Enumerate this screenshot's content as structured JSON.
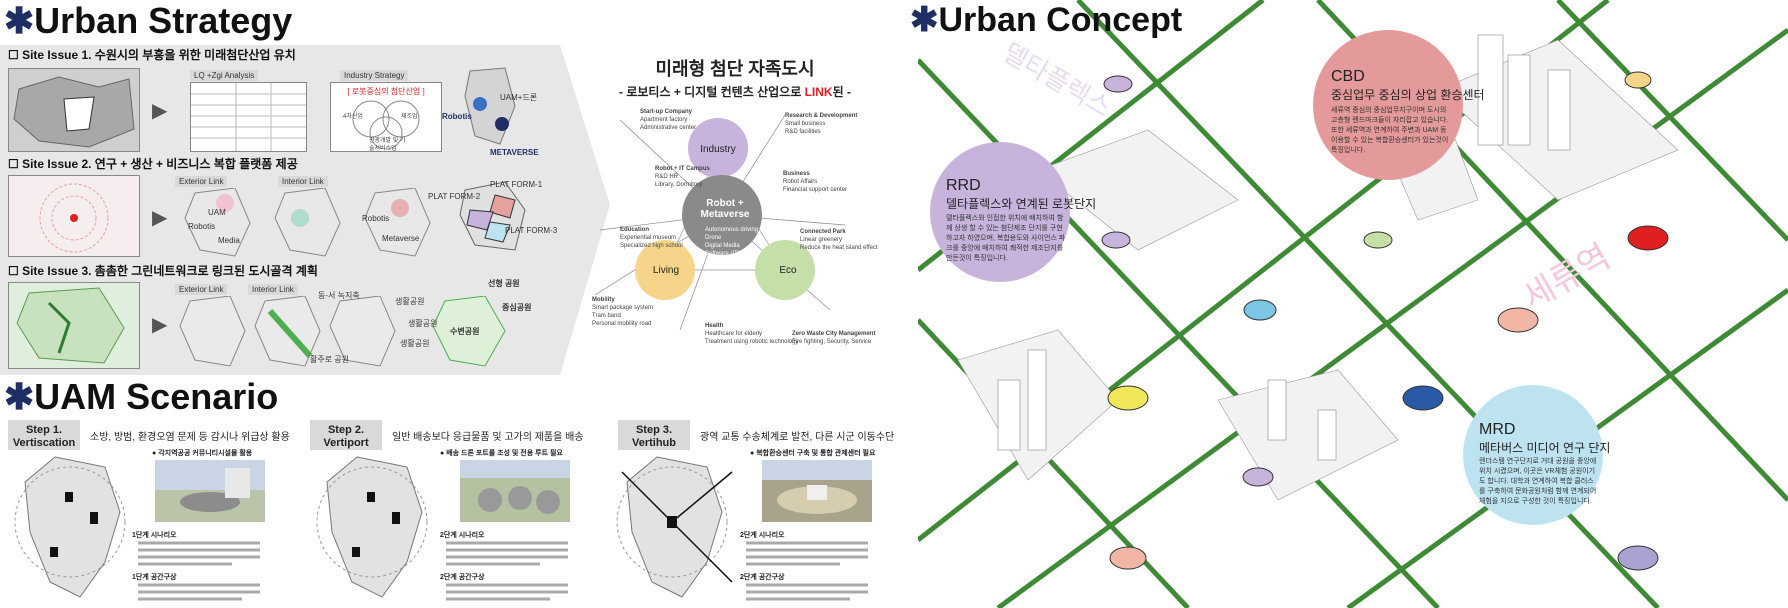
{
  "left": {
    "title": "Urban Strategy",
    "issues": [
      {
        "label": "Site Issue 1. 수원시의 부흥을 위한 미래첨단산업 유치"
      },
      {
        "label": "Site Issue 2. 연구 + 생산 + 비즈니스 복합 플랫폼 제공"
      },
      {
        "label": "Site Issue 3. 촘촘한 그린네트워크로 링크된 도시골격 계획"
      }
    ],
    "issue1": {
      "analysis": "LQ +Zgi Analysis",
      "strategy": "Industry Strategy",
      "strategy_pick": "[ 로봇중심의 첨단산업 ]",
      "venn": [
        "4차산업",
        "제조업",
        "관광개발 및 기술서비스업"
      ],
      "robotis": "Robotis",
      "uam": "UAM+드론",
      "metaverse": "METAVERSE"
    },
    "issue2": {
      "exterior": "Exterior Link",
      "interior": "Interior Link",
      "labels": [
        "UAM",
        "Robotis",
        "Media",
        "Metaverse",
        "Robotis"
      ],
      "platforms": [
        "PLAT FORM-1",
        "PLAT FORM-2",
        "PLAT FORM-3"
      ]
    },
    "issue3": {
      "exterior": "Exterior Link",
      "interior": "Interior Link",
      "labels": [
        "동-서 녹지축",
        "활주로 공원",
        "생활공원",
        "생활공원",
        "생활공원",
        "선형 공원",
        "중심공원",
        "수변공원"
      ]
    }
  },
  "diagram": {
    "title": "미래형 첨단 자족도시",
    "subtitle_pre": "- 로보티스 + 디지털 컨텐츠 산업으로 ",
    "subtitle_link": "LINK",
    "subtitle_post": "된 -",
    "center": "Robot + Metaverse",
    "center_items": [
      "Autonomous driving",
      "Drone",
      "Digital Media",
      "Software (IT)"
    ],
    "nodes": [
      "Industry",
      "Living",
      "Eco"
    ],
    "startup": {
      "title": "Start-up Company",
      "items": [
        "Apartment factory",
        "Administrative center"
      ]
    },
    "rnd": {
      "title": "Research & Development",
      "items": [
        "Small business",
        "R&D facilities"
      ]
    },
    "campus": {
      "title": "Robot + IT Campus",
      "items": [
        "R&D HR",
        "Library, Dormitory"
      ]
    },
    "business": {
      "title": "Business",
      "items": [
        "Robot Affairs",
        "Financial support center"
      ]
    },
    "education": {
      "title": "Education",
      "items": [
        "Experiential museum",
        "Specialized high school"
      ]
    },
    "park": {
      "title": "Connected Park",
      "items": [
        "Linear greenery",
        "Reduce the heat island effect"
      ]
    },
    "mobility": {
      "title": "Mobility",
      "items": [
        "Smart package system",
        "Tram band",
        "Personal mobility road"
      ]
    },
    "health": {
      "title": "Health",
      "items": [
        "Healthcare for elderly",
        "Treatment using robotic technology"
      ]
    },
    "zerowaste": {
      "title": "Zero Waste City Management",
      "items": [
        "Fire fighting, Security, Service"
      ]
    }
  },
  "uam": {
    "title": "UAM Scenario",
    "steps": [
      {
        "label": "Step 1.",
        "name": "Vertiscation",
        "desc": "소방, 방범, 환경오염 문제 등 감시나 위급상 활용",
        "bullet": "각지역공공 커뮤니티시설물 활용",
        "s1": "1단계 시나리오",
        "s2": "1단계 공간구상"
      },
      {
        "label": "Step 2.",
        "name": "Vertiport",
        "desc": "일반 배송보다 응급물품 및 고가의 제품을 배송",
        "bullet": "배송 드론 포트를 조성 및 전용 루트 필요",
        "s1": "2단계 시나리오",
        "s2": "2단계 공간구상"
      },
      {
        "label": "Step 3.",
        "name": "Vertihub",
        "desc": "광역 교통 수송체계로 발전, 다른 시군 이동수단",
        "bullet": "복합환승센터 구축 및 통합 관제센터 필요",
        "s1": "2단계 시나리오",
        "s2": "2단계 공간구상"
      }
    ]
  },
  "concept": {
    "title": "Urban Concept",
    "watermark1": "델타플렉스",
    "watermark2": "세류역",
    "rrd": {
      "title": "RRD",
      "subtitle": "델타플렉스와 연계된 로봇단지",
      "text": "델타플렉스와 인접한 위치에 배치하여 함께 상생 할 수 있는 첨단제조 단지를 구현하고자 하였으며, 복합용도와 사이언스 파크를 중앙에 배치하여 쾌적한 제조단지를 만든것이 특징입니다."
    },
    "cbd": {
      "title": "CBD",
      "subtitle": "중심업무 중심의 상업 환승센터",
      "text": "세류역 중심의 중심업무지구이며 도시의 고층형 랜드마크들이 자리잡고 있습니다. 또한 세류역과 연계하여 주변과 UAM 등 이용할 수 있는 복합환승센터가 있는것이 특징입니다."
    },
    "mrd": {
      "title": "MRD",
      "subtitle": "메타버스 미디어 연구 단지",
      "text": "렌더스템 연구단지로 거대 공원을 중앙에 위치 시켰으며, 이곳은 VR체험 공원이기도 합니다. 대학과 연계하여 복합 클러스를 구축하여 문화공원처럼 함께 연계되어 체험을 지으로 구성한 것이 특징입니다."
    }
  },
  "colors": {
    "accent": "#1f2f66",
    "industry": "#c7b3dc",
    "living": "#f6d58a",
    "eco": "#c4e0a8",
    "robot": "#8a8a8a",
    "road": "#3e8a35",
    "rrd": "#c7b3dc",
    "cbd": "#e49a9a",
    "mrd": "#bde3f1",
    "link": "#e02020"
  }
}
